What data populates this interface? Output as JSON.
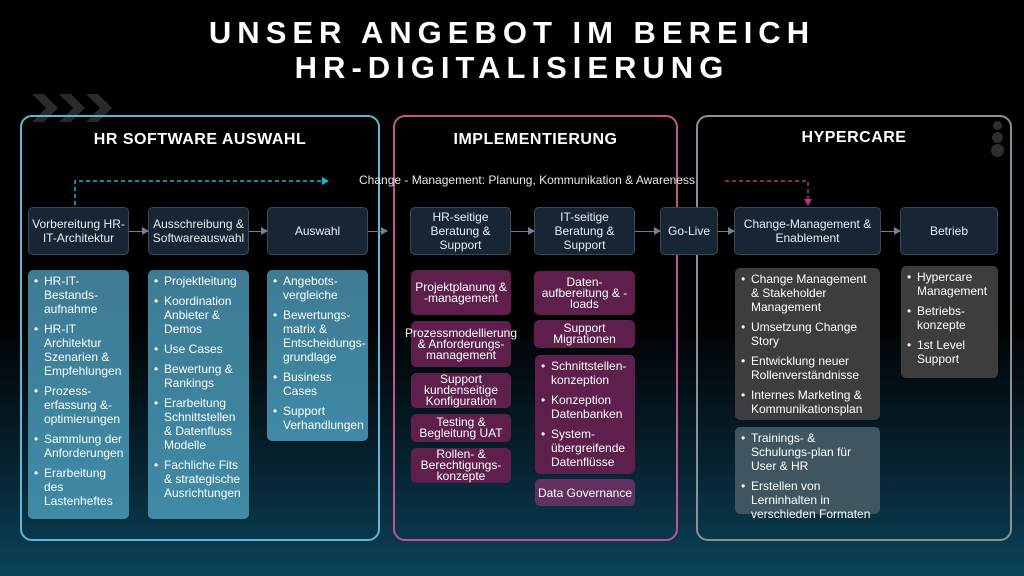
{
  "title": {
    "line1": "UNSER ANGEBOT IM BEREICH",
    "line2": "HR-DIGITALISIERUNG"
  },
  "change_banner": "Change - Management: Planung, Kommunikation & Awareness",
  "colors": {
    "panel1": "#5fb6d6",
    "panel2": "#c0558f",
    "panel3": "#8a9099"
  },
  "panels": [
    {
      "title": "HR SOFTWARE AUSWAHL"
    },
    {
      "title": "IMPLEMENTIERUNG"
    },
    {
      "title": "HYPERCARE"
    }
  ],
  "steps": [
    "Vorbereitung HR-IT-Architektur",
    "Ausschreibung & Softwareauswahl",
    "Auswahl",
    "HR-seitige Beratung & Support",
    "IT-seitige Beratung & Support",
    "Go-Live",
    "Change-Management & Enablement",
    "Betrieb"
  ],
  "col1": [
    "HR-IT-Bestands-aufnahme",
    "HR-IT Architektur Szenarien & Empfehlungen",
    "Prozess-erfassung &-optimierungen",
    "Sammlung der Anforderungen",
    "Erarbeitung des Lastenheftes"
  ],
  "col2": [
    "Projektleitung",
    "Koordination Anbieter & Demos",
    "Use Cases",
    "Bewertung & Rankings",
    "Erarbeitung Schnittstellen & Datenfluss Modelle",
    "Fachliche Fits & strategische Ausrichtungen"
  ],
  "col3": [
    "Angebots-vergleiche",
    "Bewertungs-matrix & Entscheidungs-grundlage",
    "Business Cases",
    "Support Verhandlungen"
  ],
  "col4": [
    "Projektplanung & -management",
    "Prozessmodellierung & Anforderungs-management",
    "Support kundenseitige Konfiguration",
    "Testing & Begleitung UAT",
    "Rollen- & Berechtigungs-konzepte"
  ],
  "col5": {
    "top": [
      "Daten-aufbereitung & -loads",
      "Support Migrationen"
    ],
    "list": [
      "Schnittstellen-konzeption",
      "Konzeption Datenbanken",
      "System-übergreifende Datenflüsse"
    ],
    "bottom": "Data Governance"
  },
  "col6a": [
    "Change Management & Stakeholder Management",
    "Umsetzung Change Story",
    "Entwicklung neuer Rollenverständnisse",
    "Internes Marketing & Kommunikationsplan"
  ],
  "col6b": [
    "Trainings- & Schulungs-plan für User & HR",
    "Erstellen von Lerninhalten in verschieden Formaten"
  ],
  "col7": [
    "Hypercare Management",
    "Betriebs-konzepte",
    "1st Level Support"
  ]
}
